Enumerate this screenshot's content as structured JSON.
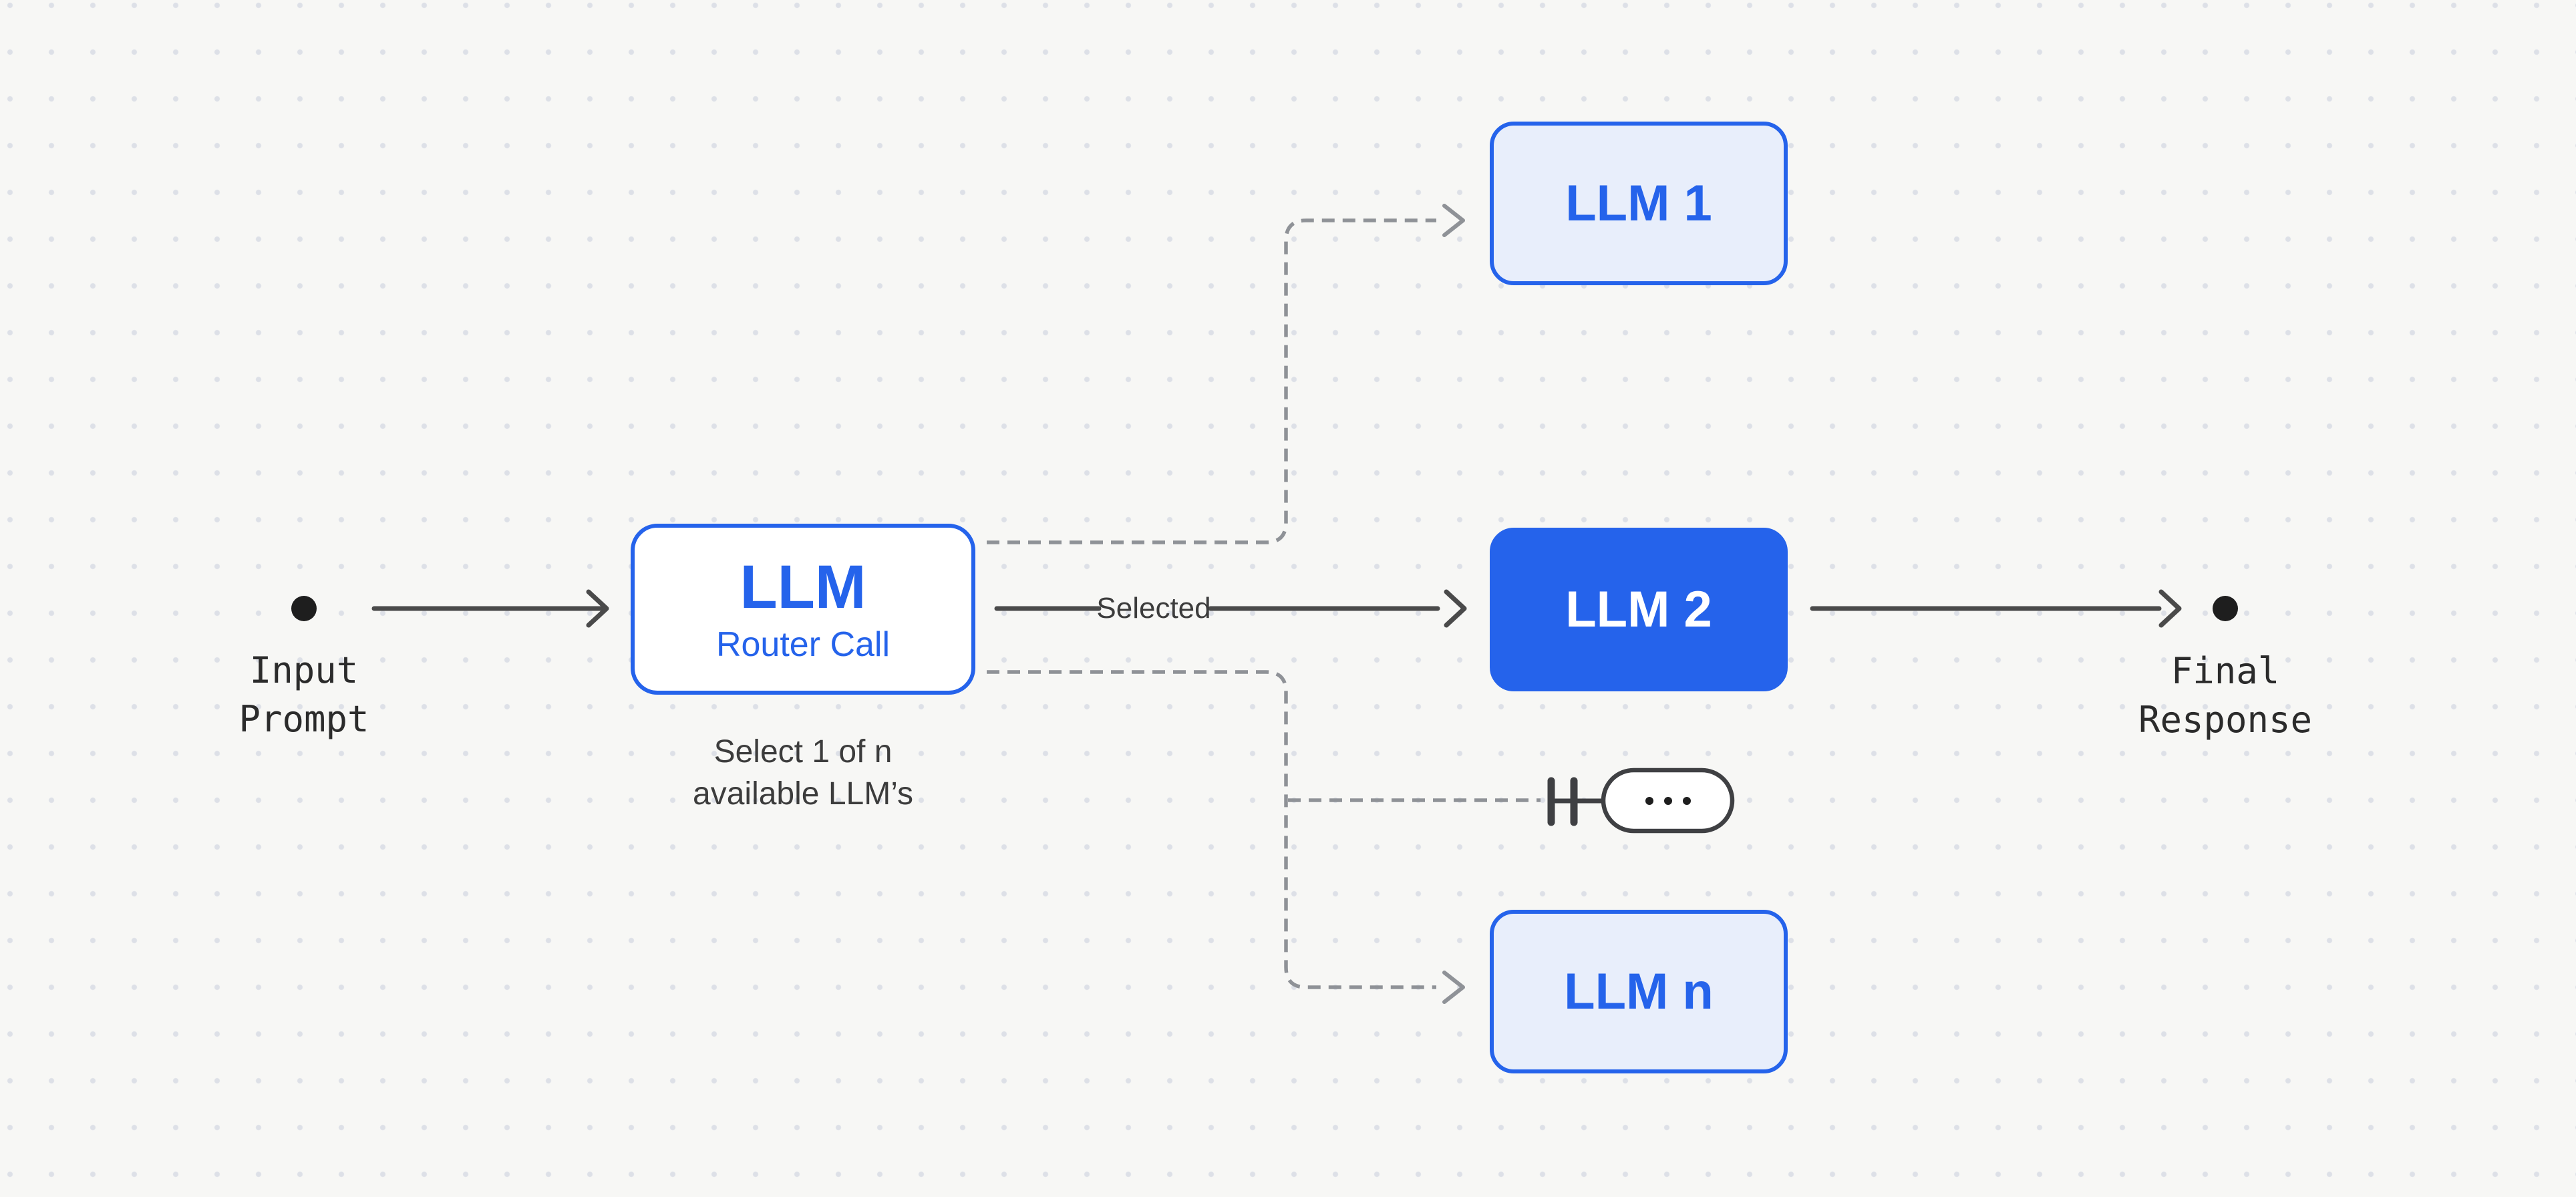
{
  "palette": {
    "bg": "#f7f7f5",
    "grid_dot": "#dde0e7",
    "accent_blue": "#2563eb",
    "llm_soft_fill": "#e8eefb",
    "router_fill": "#ffffff",
    "arrow_dark": "#4a4a4a",
    "dash_gray": "#8f9297",
    "ink": "#1e1e1e",
    "pill_ink": "#3f4043",
    "text_dark": "#2b2b2b",
    "caption_gray": "#3c3c3c"
  },
  "nodes": {
    "input": {
      "line1": "Input",
      "line2": "Prompt"
    },
    "router": {
      "title": "LLM",
      "subtitle": "Router Call",
      "caption_line1": "Select 1 of n",
      "caption_line2": "available LLM’s"
    },
    "llm1": {
      "label": "LLM 1"
    },
    "llm2": {
      "label": "LLM 2"
    },
    "llmn": {
      "label": "LLM n"
    },
    "final": {
      "line1": "Final",
      "line2": "Response"
    }
  },
  "edges": {
    "selected_label": "Selected"
  }
}
